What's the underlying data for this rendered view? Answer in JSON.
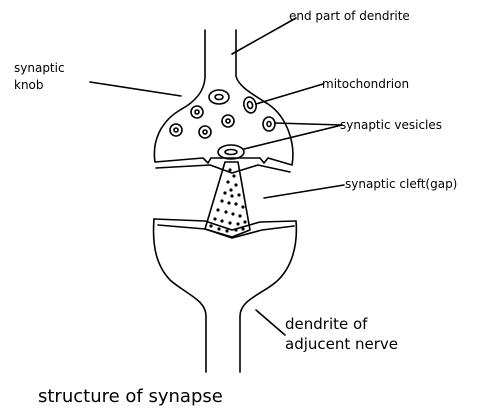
{
  "labels": {
    "end_part_of_dendrite": "end part of dendrite",
    "synaptic_knob_line1": "synaptic",
    "synaptic_knob_line2": "knob",
    "mitochondrion": "mitochondrion",
    "synaptic_vesicles": "synaptic vesicles",
    "synaptic_cleft": "synaptic cleft(gap)",
    "dendrite_of_line1": "dendrite of",
    "dendrite_of_line2": "adjucent nerve"
  },
  "caption": "structure of synapse",
  "colors": {
    "stroke": "#000000",
    "background": "#ffffff"
  }
}
